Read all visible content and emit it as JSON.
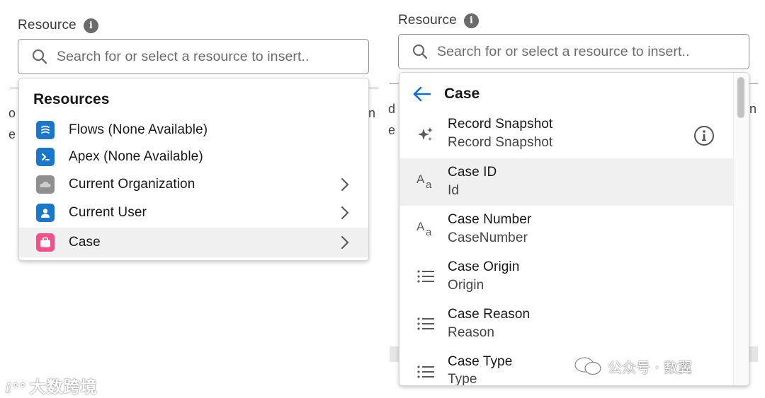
{
  "left": {
    "label": "Resource",
    "search_placeholder": "Search for or select a resource to insert..",
    "heading": "Resources",
    "items": [
      {
        "label": "Flows (None Available)",
        "icon": "flow-icon",
        "color": "#1b77c9",
        "has_chevron": false
      },
      {
        "label": "Apex (None Available)",
        "icon": "apex-icon",
        "color": "#1b77c9",
        "has_chevron": false
      },
      {
        "label": "Current Organization",
        "icon": "organization-icon",
        "color": "#8f8f8f",
        "has_chevron": true
      },
      {
        "label": "Current User",
        "icon": "user-icon",
        "color": "#1b77c9",
        "has_chevron": true
      },
      {
        "label": "Case",
        "icon": "case-icon",
        "color": "#f2508a",
        "has_chevron": true,
        "active": true
      }
    ],
    "bg_fragments": [
      "o",
      "e",
      "n"
    ]
  },
  "right": {
    "label": "Resource",
    "search_placeholder": "Search for or select a resource to insert..",
    "heading": "Case",
    "fields": [
      {
        "title": "Record Snapshot",
        "api": "Record Snapshot",
        "icon": "sparkle-icon"
      },
      {
        "title": "Case ID",
        "api": "Id",
        "icon": "text-type-icon",
        "active": true
      },
      {
        "title": "Case Number",
        "api": "CaseNumber",
        "icon": "text-type-icon"
      },
      {
        "title": "Case Origin",
        "api": "Origin",
        "icon": "picklist-icon"
      },
      {
        "title": "Case Reason",
        "api": "Reason",
        "icon": "picklist-icon"
      },
      {
        "title": "Case Type",
        "api": "Type",
        "icon": "picklist-icon"
      }
    ],
    "bg_fragments": [
      "d",
      "e",
      "n"
    ],
    "accent": "#0b6fd3"
  },
  "watermarks": {
    "bottom_left": "大数跨境",
    "bottom_right": "公众号 · 数翼"
  }
}
